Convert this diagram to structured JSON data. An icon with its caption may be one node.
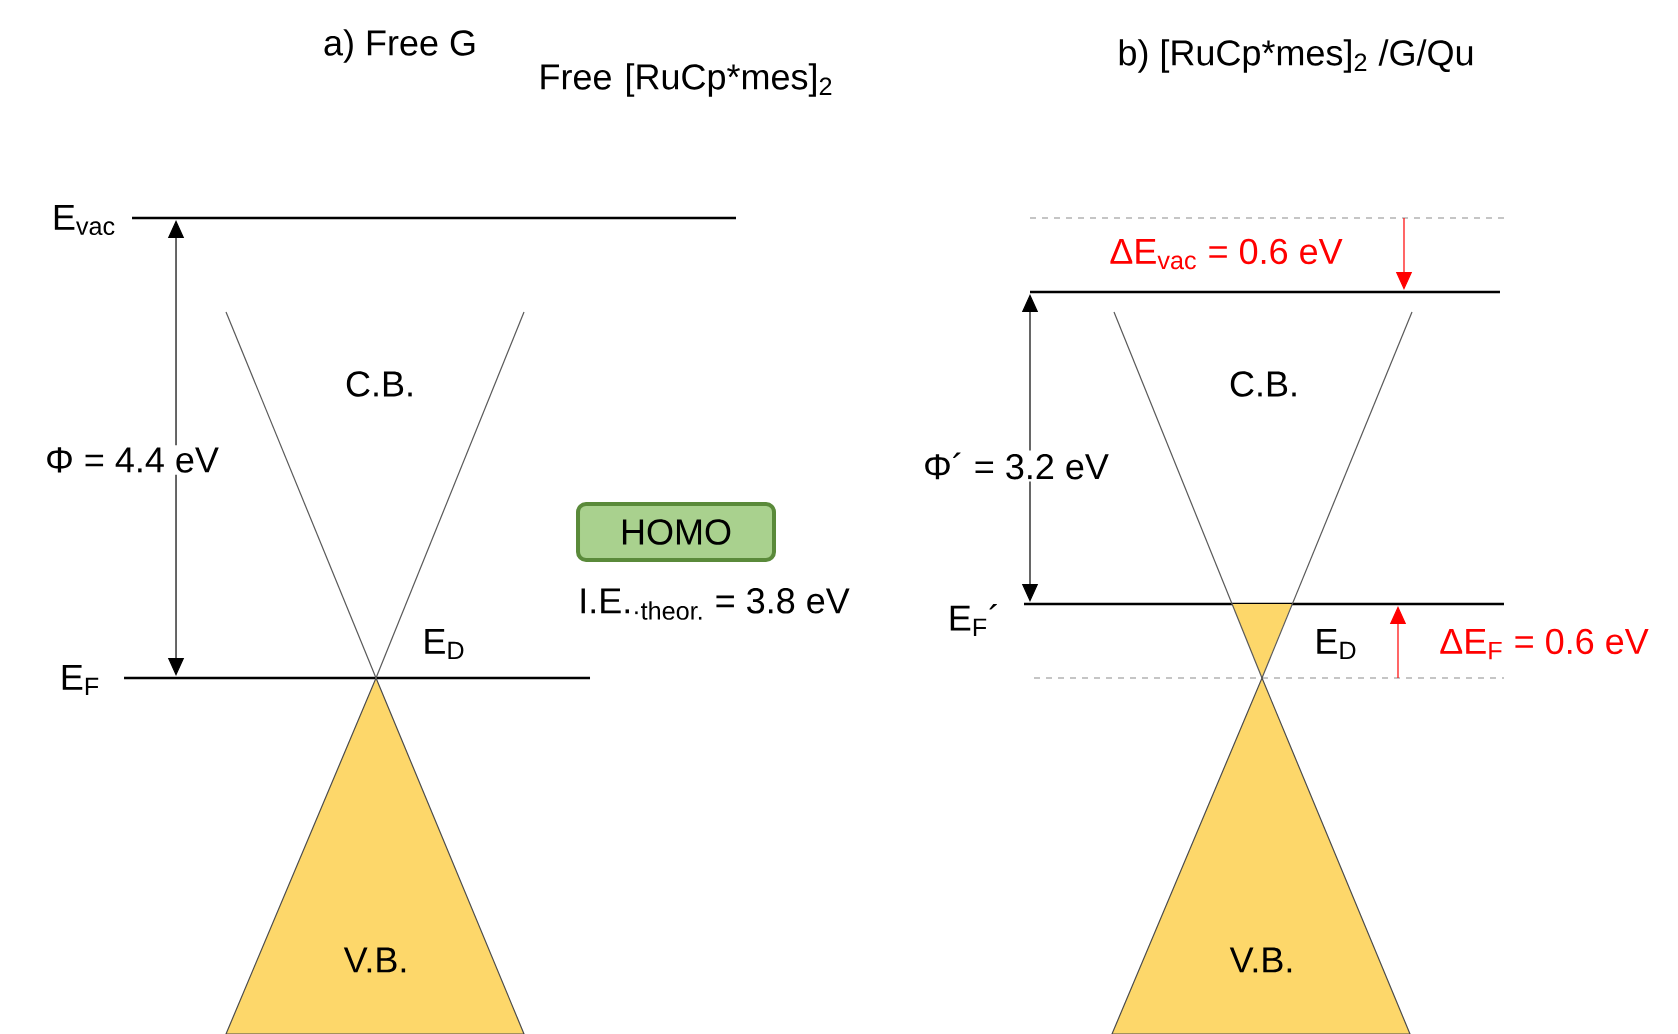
{
  "diagram": {
    "nodes": [
      {
        "text": [
          "HOMO"
        ]
      },
      {
        "text": [
          "V.B."
        ]
      },
      {
        "text": [
          "V.B."
        ]
      }
    ],
    "labels": [
      "a)  Free G",
      "Free [RuCp*mes]$_{2}$",
      "b) [RuCp*mes]$_{2}$ /G/Qu",
      "E$_{vac}$",
      "C.B.",
      "Φ = 4.4 eV",
      "I.E.$_{·theor.}$ = 3.8 eV",
      "E$_{D}$",
      "E$_{F}$",
      "ΔE$_{vac}$ = 0.6 eV",
      "C.B.",
      "Φ´ = 3.2 eV",
      "E$_{F}$´",
      "E$_{D}$",
      "ΔE$_{F}$ = 0.6 eV"
    ]
  }
}
